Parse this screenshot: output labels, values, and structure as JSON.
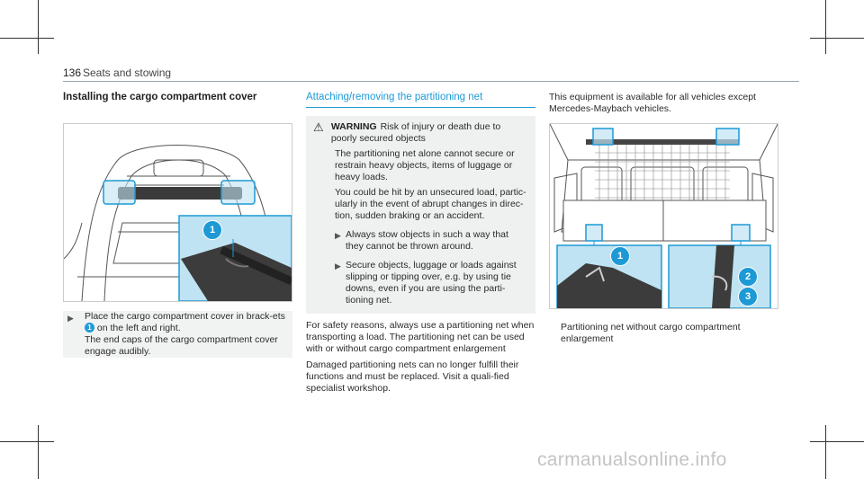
{
  "page": {
    "number": "136",
    "section": "Seats and stowing"
  },
  "left": {
    "heading": "Installing the cargo compartment cover",
    "figure_callouts": [
      "1"
    ],
    "step": {
      "pre": "Place the cargo compartment cover in brack-ets",
      "num": "1",
      "post": "on the left and right.",
      "line2": "The end caps of the cargo compartment cover engage audibly."
    }
  },
  "middle": {
    "heading": "Attaching/removing the partitioning net",
    "warning": {
      "icon": "warning-triangle-icon",
      "title": "WARNING",
      "subtitle": "Risk of injury or death due to poorly secured objects",
      "p1": "The partitioning net alone cannot secure or restrain heavy objects, items of luggage or heavy loads.",
      "p2": "You could be hit by an unsecured load, partic-ularly in the event of abrupt changes in direc-tion, sudden braking or an accident.",
      "step1": "Always stow objects in such a way that they cannot be thrown around.",
      "step2": "Secure objects, luggage or loads against slipping or tipping over, e.g. by using tie downs, even if you are using the parti-tioning net."
    },
    "p1": "For safety reasons, always use a partitioning net when transporting a load. The partitioning net can be used with or without cargo compartment enlargement",
    "p2": "Damaged partitioning nets can no longer fulfill their functions and must be replaced. Visit a quali-fied specialist workshop."
  },
  "right": {
    "intro": "This equipment is available for all vehicles except Mercedes-Maybach vehicles.",
    "figure_callouts": [
      "1",
      "2",
      "3"
    ],
    "caption": "Partitioning net without cargo compartment enlargement"
  },
  "watermark": "carmanualsonline.info",
  "colors": {
    "accent": "#1d9ad6",
    "callout_bg": "#bfe3f2"
  }
}
